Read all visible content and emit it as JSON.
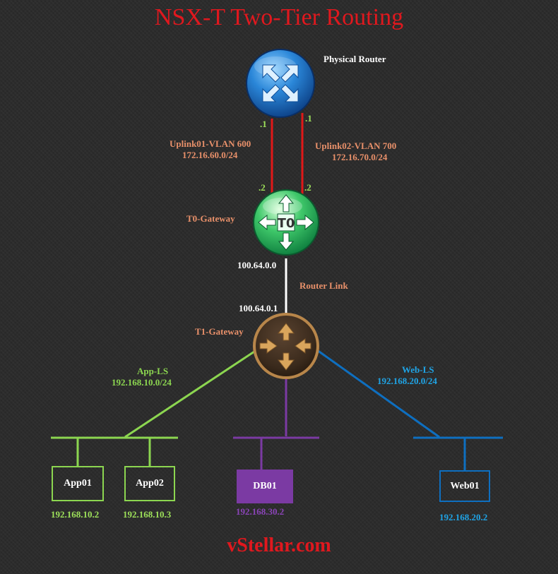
{
  "title": "NSX-T Two-Tier Routing",
  "footer": "vStellar.com",
  "physical_router": {
    "label": "Physical Router",
    "port_left": ".1",
    "port_right": ".1"
  },
  "uplinks": [
    {
      "name": "Uplink01-VLAN 600",
      "subnet": "172.16.60.0/24"
    },
    {
      "name": "Uplink02-VLAN 700",
      "subnet": "172.16.70.0/24"
    }
  ],
  "t0": {
    "label": "T0-Gateway",
    "icon_text": "T0",
    "port_left": ".2",
    "port_right": ".2",
    "ip": "100.64.0.0"
  },
  "router_link": {
    "label": "Router Link"
  },
  "t1": {
    "label": "T1-Gateway",
    "ip": "100.64.0.1"
  },
  "segments": {
    "app": {
      "name": "App-LS",
      "subnet": "192.168.10.0/24"
    },
    "web": {
      "name": "Web-LS",
      "subnet": "192.168.20.0/24"
    }
  },
  "vms": [
    {
      "name": "App01",
      "ip": "192.168.10.2"
    },
    {
      "name": "App02",
      "ip": "192.168.10.3"
    },
    {
      "name": "DB01",
      "ip": "192.168.30.2"
    },
    {
      "name": "Web01",
      "ip": "192.168.20.2"
    }
  ],
  "colors": {
    "title": "#e0181e",
    "uplink_line": "#e01818",
    "router_link_line": "#ffffff",
    "app_segment": "#8cd650",
    "db_segment": "#7b3aa3",
    "web_segment": "#0e6fc0",
    "label_salmon": "#e8906a"
  }
}
